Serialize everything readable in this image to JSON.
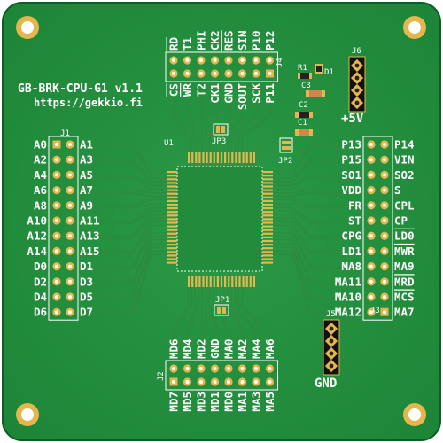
{
  "board": {
    "title": "GB-BRK-CPU-G1 v1.1",
    "url": "https://gekkio.fi",
    "colors": {
      "pcb": "#1e8a3a",
      "pcb_light": "#3aa654",
      "edge": "#0b5e24",
      "silk": "#ffffff",
      "pad": "#e6b84c",
      "pad_dark": "#b58a2a"
    }
  },
  "refs": {
    "u1": "U1",
    "j1": "J1",
    "j2": "J2",
    "j3": "J3",
    "j4": "J4",
    "j5": "J5",
    "j6": "J6",
    "r1": "R1",
    "d1": "D1",
    "c1": "C1",
    "c2": "C2",
    "c3": "C3",
    "jp1": "JP1",
    "jp2": "JP2",
    "jp3": "JP3"
  },
  "power": {
    "plus5v": "+5V",
    "gnd": "GND"
  },
  "j1": {
    "left": [
      "A0",
      "A2",
      "A4",
      "A6",
      "A8",
      "A10",
      "A12",
      "A14",
      "D0",
      "D2",
      "D4",
      "D6"
    ],
    "right": [
      "A1",
      "A3",
      "A5",
      "A7",
      "A9",
      "A11",
      "A13",
      "A15",
      "D1",
      "D3",
      "D5",
      "D7"
    ]
  },
  "j3": {
    "left": [
      "P13",
      "P15",
      "SO1",
      "VDD",
      "FR",
      "ST",
      "CPG",
      "LD1",
      "MA8",
      "MA11",
      "MA10",
      "MA12"
    ],
    "right": [
      "P14",
      "VIN",
      "SO2",
      "S",
      "CPL",
      "CP",
      "LD0",
      "MWR",
      "MA9",
      "MRD",
      "MCS",
      "MA7"
    ]
  },
  "j4": {
    "top": [
      "RD",
      "T1",
      "PHI",
      "CK2",
      "RES",
      "SIN",
      "P10",
      "P12"
    ],
    "bottom": [
      "CS",
      "WR",
      "T2",
      "CK1",
      "GND",
      "SOUT",
      "SCK",
      "P11"
    ]
  },
  "j2": {
    "top": [
      "MD6",
      "MD4",
      "MD2",
      "GND",
      "MA0",
      "MA2",
      "MA4",
      "MA6"
    ],
    "bottom": [
      "MD7",
      "MD5",
      "MD3",
      "MD1",
      "MD0",
      "MA1",
      "MA3",
      "MA5"
    ]
  }
}
